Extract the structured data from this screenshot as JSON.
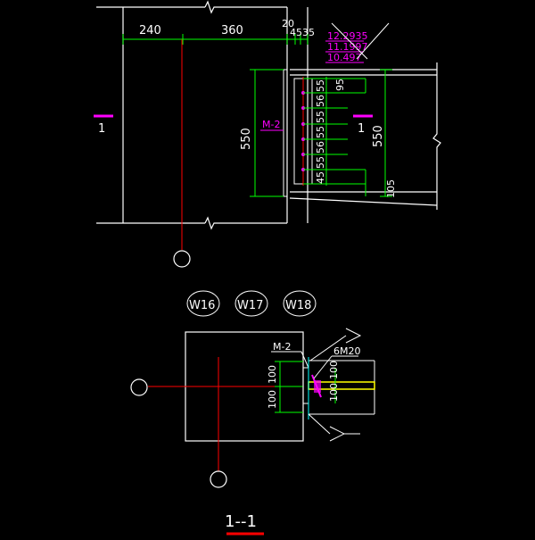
{
  "dims_top": {
    "d240": "240",
    "d360": "360",
    "d20": "20",
    "d45": "45",
    "d35": "35"
  },
  "elevations": {
    "e1": "12.2935",
    "e2": "11.1997",
    "e3": "10.497"
  },
  "plate_label": "M-2",
  "height_left": "550",
  "height_right": "550",
  "bolt_spacing": [
    "55",
    "56",
    "55",
    "55",
    "56",
    "55"
  ],
  "bolt_spacing_tail": "45",
  "dim_95": "95",
  "dim_105": "105",
  "section_marks": {
    "left": "1",
    "right": "1"
  },
  "plan_labels": {
    "w16": "W16",
    "w17": "W17",
    "w18": "W18"
  },
  "detail": {
    "plate_label": "M-2",
    "bolts": "6M20",
    "d100_a": "100",
    "d100_b": "100",
    "d100_c": "100",
    "d100_d": "100"
  },
  "section_title": "1--1",
  "colors": {
    "background": "#000000",
    "line": "#ffffff",
    "axis": "#ff0000",
    "dimension": "#00ff00",
    "annotation": "#ff00ff",
    "weld": "#ffff00",
    "plate": "#00ffff"
  }
}
